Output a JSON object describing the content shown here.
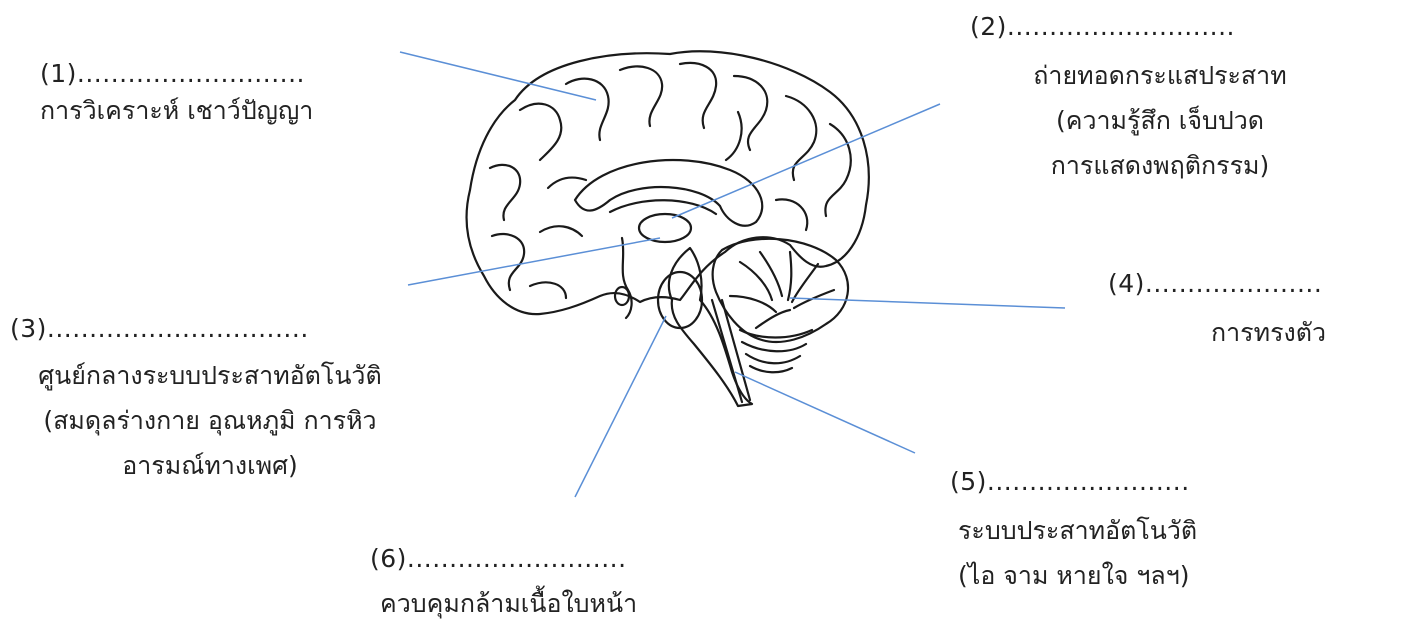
{
  "labels": [
    {
      "blank": "(1)...........................",
      "lines": [
        "การวิเคราะห์ เชาว์ปัญญา"
      ]
    },
    {
      "blank": "(2)...........................",
      "lines": [
        "ถ่ายทอดกระแสประสาท",
        "(ความรู้สึก เจ็บปวด",
        "การแสดงพฤติกรรม)"
      ]
    },
    {
      "blank": "(3)...............................",
      "lines": [
        "ศูนย์กลางระบบประสาทอัตโนวัติ",
        "(สมดุลร่างกาย อุณหภูมิ การหิว",
        "อารมณ์ทางเพศ)"
      ]
    },
    {
      "blank": "(4).....................",
      "lines": [
        "การทรงตัว"
      ]
    },
    {
      "blank": "(5)........................",
      "lines": [
        "ระบบประสาทอัตโนวัติ",
        "(ไอ จาม หายใจ ฯลฯ)"
      ]
    },
    {
      "blank": "(6)..........................",
      "lines": [
        "ควบคุมกล้ามเนื้อใบหน้า"
      ]
    }
  ],
  "colors": {
    "leader_line": "#5b8fd6",
    "brain_outline": "#1a1a1a",
    "text": "#222222"
  }
}
